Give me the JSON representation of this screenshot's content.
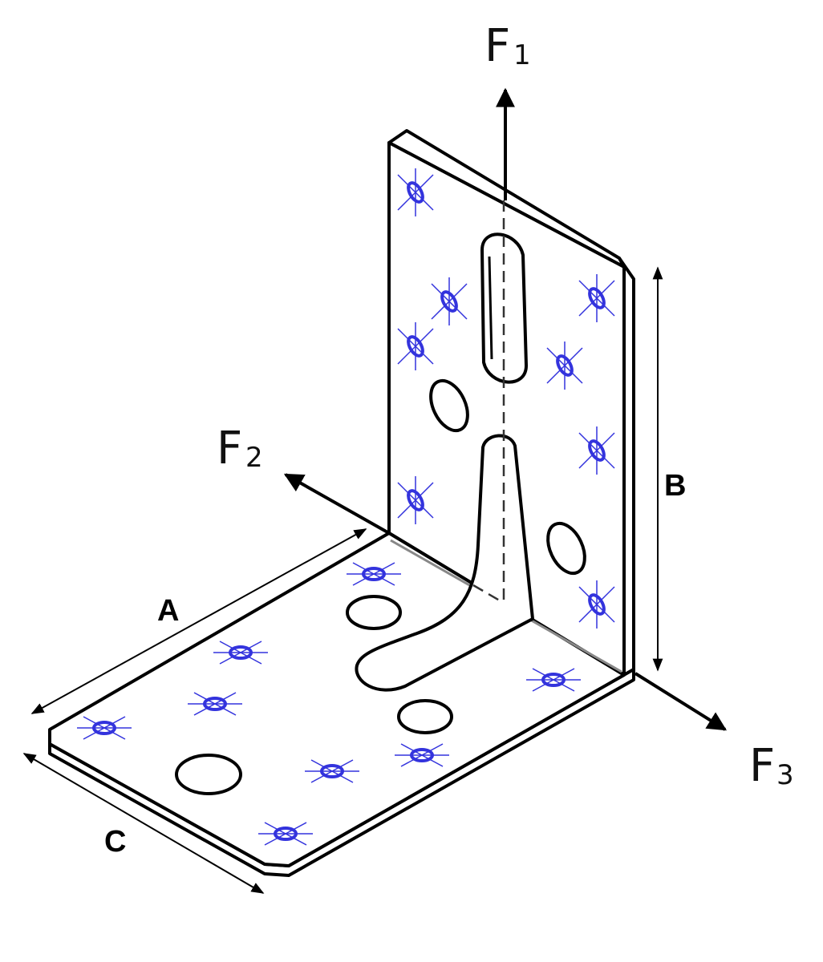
{
  "forces": {
    "f1": {
      "letter": "F",
      "sub": "1"
    },
    "f2": {
      "letter": "F",
      "sub": "2"
    },
    "f3": {
      "letter": "F",
      "sub": "3"
    }
  },
  "dimensions": {
    "a": "A",
    "b": "B",
    "c": "C"
  },
  "colors": {
    "outline": "#000000",
    "nail_marker": "#3333dd",
    "background": "#ffffff"
  },
  "icons": {
    "nail_marker": "blue-x-cross"
  }
}
